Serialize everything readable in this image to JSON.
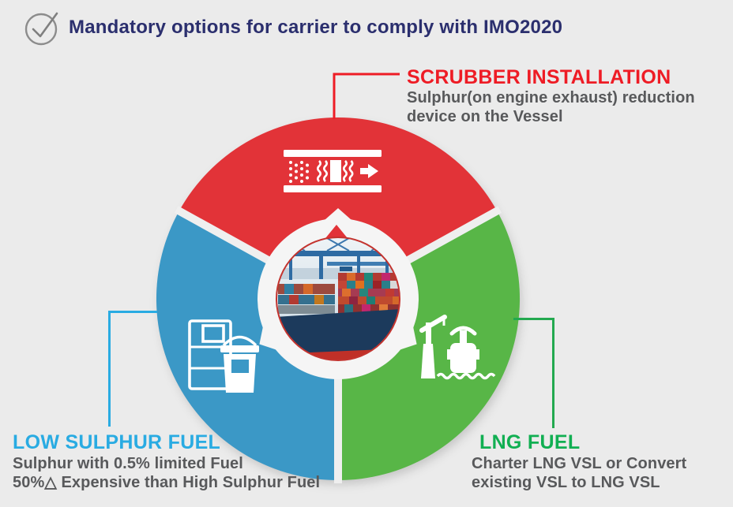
{
  "page": {
    "background": "#ebebeb"
  },
  "header": {
    "title": "Mandatory options for carrier to comply with IMO2020",
    "title_color": "#2b2f6e",
    "check_icon": "circled-checkmark",
    "check_icon_color": "#8a8a8a"
  },
  "diagram": {
    "type": "three-segment ring with center photo",
    "center_image_alt": "container ship loading at port with gantry cranes",
    "segments": [
      {
        "name": "scrubber-installation",
        "position": "top",
        "color": "#e23338",
        "icon": "exhaust-scrubber-filter-icon"
      },
      {
        "name": "low-sulphur-fuel",
        "position": "bottom-left",
        "color": "#3b98c6",
        "icon": "fuel-drum-and-bucket-icon"
      },
      {
        "name": "lng-fuel",
        "position": "bottom-right",
        "color": "#58b647",
        "icon": "crane-and-lng-vessel-icon"
      }
    ]
  },
  "callouts": {
    "scrubber": {
      "heading": "SCRUBBER INSTALLATION",
      "heading_color": "#ee1c25",
      "line_color": "#ee1c25",
      "line1": "Sulphur(on engine exhaust) reduction",
      "line2": "device on the Vessel"
    },
    "low_sulphur": {
      "heading": "LOW SULPHUR FUEL",
      "heading_color": "#29abe2",
      "line_color": "#29abe2",
      "line1": "Sulphur with 0.5% limited Fuel",
      "line2": "50%△ Expensive than High Sulphur Fuel"
    },
    "lng": {
      "heading": "LNG FUEL",
      "heading_color": "#11af52",
      "line_color": "#23a94f",
      "line1": "Charter LNG VSL or Convert",
      "line2": "existing VSL to LNG VSL"
    }
  },
  "body_text_color": "#58595b"
}
